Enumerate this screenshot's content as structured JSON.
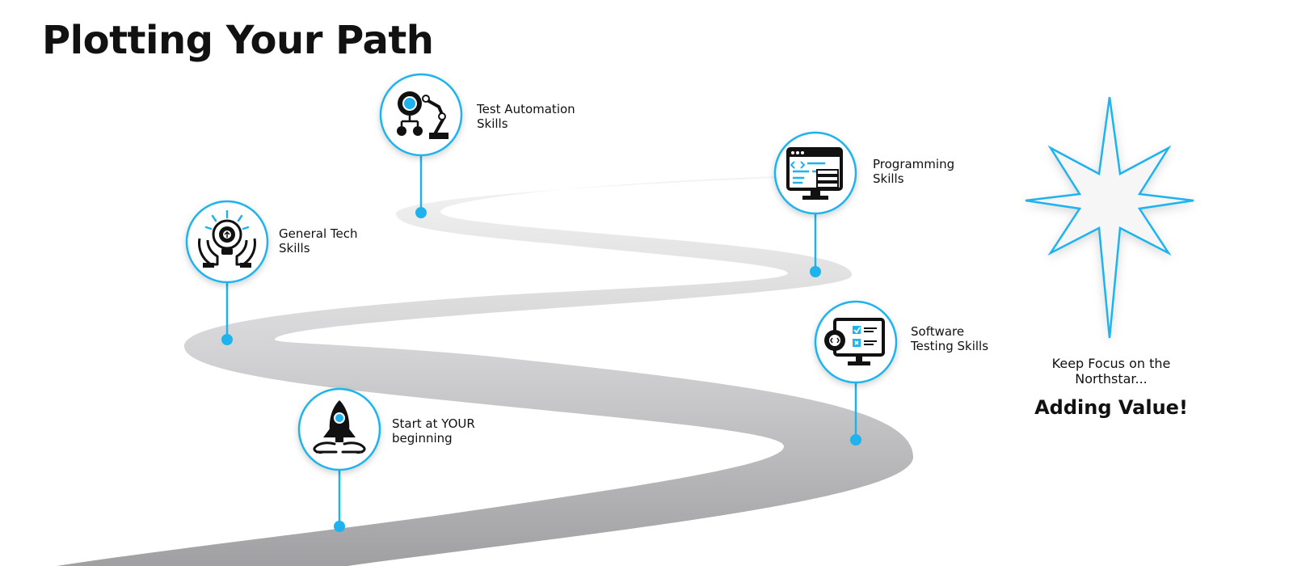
{
  "title": "Plotting Your Path",
  "colors": {
    "accent": "#1fb3ee",
    "road_light": "#ededed",
    "road_dark": "#a4a4a7",
    "icon": "#111111"
  },
  "milestones": [
    {
      "icon": "rocket-icon",
      "line1": "Start at YOUR",
      "line2": "beginning"
    },
    {
      "icon": "lightbulb-hands-icon",
      "line1": "General Tech",
      "line2": "Skills"
    },
    {
      "icon": "robot-arm-icon",
      "line1": "Test Automation",
      "line2": "Skills"
    },
    {
      "icon": "code-monitor-icon",
      "line1": "Programming",
      "line2": "Skills"
    },
    {
      "icon": "testing-monitor-icon",
      "line1": "Software",
      "line2": "Testing Skills"
    }
  ],
  "northstar": {
    "icon": "star-icon",
    "text": "Keep Focus on the Northstar...",
    "goal": "Adding Value!"
  }
}
